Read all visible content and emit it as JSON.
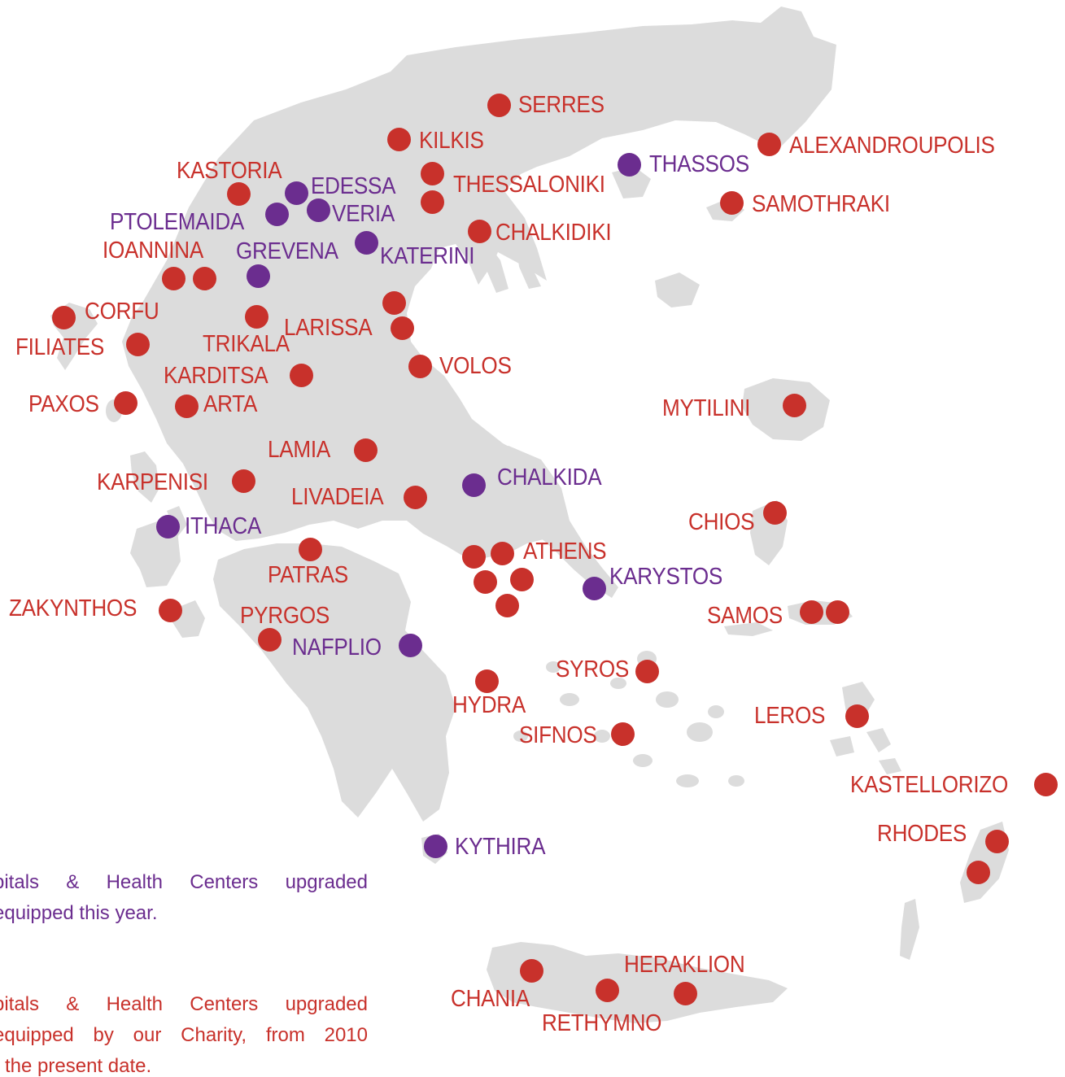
{
  "colors": {
    "red": "#c8312b",
    "purple": "#6b2d8f",
    "land": "#dcdcdc",
    "background": "#ffffff"
  },
  "labels": {
    "serres": "SERRES",
    "kilkis": "KILKIS",
    "alexandroupolis": "ALEXANDROUPOLIS",
    "thassos": "THASSOS",
    "kastoria": "KASTORIA",
    "edessa": "EDESSA",
    "thessaloniki": "THESSALONIKI",
    "samothraki": "SAMOTHRAKI",
    "ptolemaida": "PTOLEMAIDA",
    "veria": "VERIA",
    "chalkidiki": "CHALKIDIKI",
    "ioannina": "IOANNINA",
    "grevena": "GREVENA",
    "katerini": "KATERINI",
    "corfu": "CORFU",
    "larissa": "LARISSA",
    "filiates": "FILIATES",
    "trikala": "TRIKALA",
    "volos": "VOLOS",
    "karditsa": "KARDITSA",
    "paxos": "PAXOS",
    "arta": "ARTA",
    "mytilini": "MYTILINI",
    "lamia": "LAMIA",
    "karpenisi": "KARPENISI",
    "livadeia": "LIVADEIA",
    "chalkida": "CHALKIDA",
    "ithaca": "ITHACA",
    "chios": "CHIOS",
    "athens": "ATHENS",
    "patras": "PATRAS",
    "karystos": "KARYSTOS",
    "zakynthos": "ZAKYNTHOS",
    "pyrgos": "PYRGOS",
    "samos": "SAMOS",
    "nafplio": "NAFPLIO",
    "syros": "SYROS",
    "hydra": "HYDRA",
    "leros": "LEROS",
    "sifnos": "SIFNOS",
    "kastellorizo": "KASTELLORIZO",
    "kythira": "KYTHIRA",
    "rhodes": "RHODES",
    "heraklion": "HERAKLION",
    "chania": "CHANIA",
    "rethymno": "RETHYMNO"
  },
  "legend": {
    "purple_line1": "pitals & Health Centers upgraded",
    "purple_line2": "equipped this year.",
    "red_line1": "pitals & Health Centers upgraded",
    "red_line2": "equipped by our Charity, from 2010",
    "red_line3": "the present date."
  }
}
